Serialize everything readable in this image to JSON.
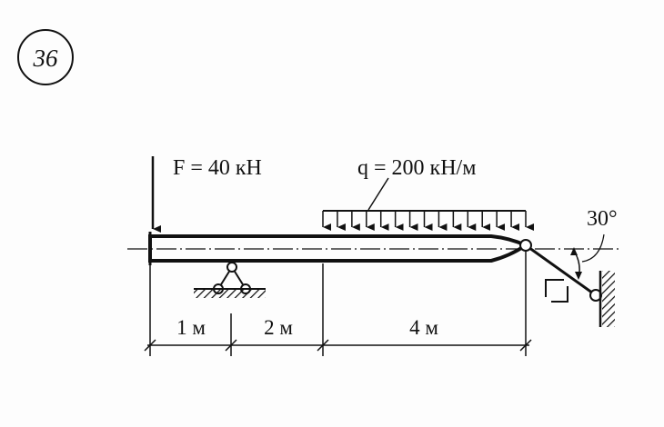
{
  "problem_number": "36",
  "force": {
    "label": "F = 40 кН"
  },
  "distributed_load": {
    "label": "q = 200 кН/м"
  },
  "angle": {
    "label": "30°"
  },
  "dimensions": [
    "1 м",
    "2 м",
    "4 м"
  ]
}
